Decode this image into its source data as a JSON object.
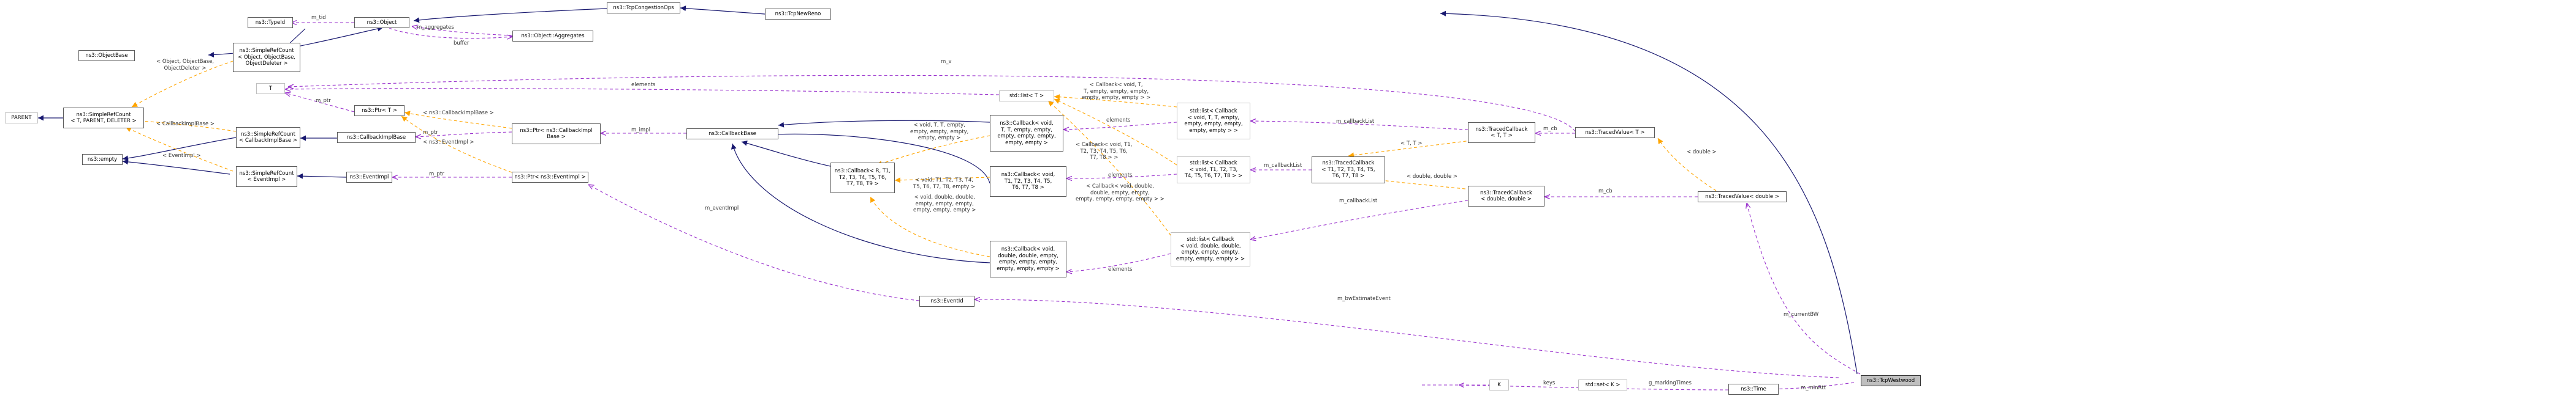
{
  "colors": {
    "inheritance": "#191970",
    "usage": "#9a32cd",
    "template": "#ffa500",
    "node_border": "#5b5b5b",
    "node_gray_border": "#bfbfbf",
    "focus_fill": "#bfbfbf"
  },
  "nodes": {
    "tcp_westwood": "ns3::TcpWestwood",
    "tcp_new_reno": "ns3::TcpNewReno",
    "tcp_congestion_ops": "ns3::TcpCongestionOps",
    "object": "ns3::Object",
    "type_id": "ns3::TypeId",
    "object_aggregates": "ns3::Object::Aggregates",
    "object_base": "ns3::ObjectBase",
    "simple_ref_count_object": "ns3::SimpleRefCount\n< Object, ObjectBase,\nObjectDeleter >",
    "parent": "PARENT",
    "simple_ref_count_generic": "ns3::SimpleRefCount\n< T, PARENT, DELETER >",
    "empty": "ns3::empty",
    "simple_ref_count_callback": "ns3::SimpleRefCount\n< CallbackImplBase >",
    "simple_ref_count_event": "ns3::SimpleRefCount\n< EventImpl >",
    "t": "T",
    "ptr_t": "ns3::Ptr< T >",
    "callback_impl_base": "ns3::CallbackImplBase",
    "event_impl": "ns3::EventImpl",
    "ptr_callback_impl_base": "ns3::Ptr< ns3::CallbackImpl\nBase >",
    "ptr_event_impl": "ns3::Ptr< ns3::EventImpl >",
    "callback_base": "ns3::CallbackBase",
    "callback_void_t": "ns3::Callback< void,\nT, T, empty, empty,\nempty, empty, empty,\nempty, empty >",
    "callback_r": "ns3::Callback< R, T1,\nT2, T3, T4, T5, T6,\nT7, T8, T9 >",
    "callback_void_t1": "ns3::Callback< void,\nT1, T2, T3, T4, T5,\nT6, T7, T8 >",
    "callback_void_double": "ns3::Callback< void,\ndouble, double, empty,\nempty, empty, empty,\nempty, empty, empty >",
    "std_list_t": "std::list< T >",
    "std_list_callback_t": "std::list< Callback\n< void, T, T, empty,\nempty, empty, empty,\nempty, empty > >",
    "std_list_callback_t1": "std::list< Callback\n< void, T1, T2, T3,\nT4, T5, T6, T7, T8 > >",
    "std_list_callback_double": "std::list< Callback\n< void, double, double,\nempty, empty, empty,\nempty, empty, empty > >",
    "traced_callback_t": "ns3::TracedCallback\n< T, T >",
    "traced_callback_t1": "ns3::TracedCallback\n< T1, T2, T3, T4, T5,\nT6, T7, T8 >",
    "traced_callback_double": "ns3::TracedCallback\n< double, double >",
    "traced_value_t": "ns3::TracedValue< T >",
    "traced_value_double": "ns3::TracedValue< double >",
    "event_id": "ns3::EventId",
    "time": "ns3::Time",
    "k": "K",
    "std_set_k": "std::set< K >"
  },
  "edge_labels": {
    "m_tid": "m_tid",
    "m_aggregates": "m_aggregates",
    "buffer": "buffer",
    "object_objectbase_objectdeleter": "< Object, ObjectBase,\nObjectDeleter >",
    "callbackimplbase_tmpl": "< CallbackImplBase >",
    "eventimpl_tmpl": "< EventImpl >",
    "m_ptr_t": "m_ptr",
    "ns3_callbackimplbase_tmpl": "< ns3::CallbackImplBase >",
    "m_ptr_cb": "m_ptr",
    "ns3_eventimpl_tmpl": "< ns3::EventImpl >",
    "m_ptr_ev": "m_ptr",
    "m_impl": "m_impl",
    "m_event_impl": "m_eventImpl",
    "elements_t": "elements",
    "m_v": "m_v",
    "cb_void_t_tmpl": "< Callback< void, T,\nT, empty, empty, empty,\nempty, empty, empty > >",
    "void_t_tmpl": "< void, T, T, empty,\nempty, empty, empty,\nempty, empty >",
    "elements_cb_t": "elements",
    "m_callback_list_t": "m_callbackList",
    "m_cb_t": "m_cb",
    "t_t_tmpl": "< T, T >",
    "cb_void_t1_tmpl": "< Callback< void, T1,\nT2, T3, T4, T5, T6,\nT7, T8 > >",
    "void_t1_tmpl": "< void, T1, T2, T3, T4,\nT5, T6, T7, T8, empty >",
    "elements_cb_t1": "elements",
    "m_callback_list_t1": "m_callbackList",
    "double_double_tmpl": "< double, double >",
    "cb_void_double_tmpl": "< Callback< void, double,\ndouble, empty, empty,\nempty, empty, empty, empty > >",
    "void_double_tmpl": "< void, double, double,\nempty, empty, empty,\nempty, empty, empty >",
    "elements_cb_double": "elements",
    "m_callback_list_double": "m_callbackList",
    "m_cb_double": "m_cb",
    "double_tmpl": "< double >",
    "m_current_bw": "m_currentBW",
    "m_bw_estimate_event": "m_bwEstimateEvent",
    "m_min_rtt": "m_minRtt",
    "keys": "keys",
    "g_marking_times": "g_markingTimes"
  }
}
